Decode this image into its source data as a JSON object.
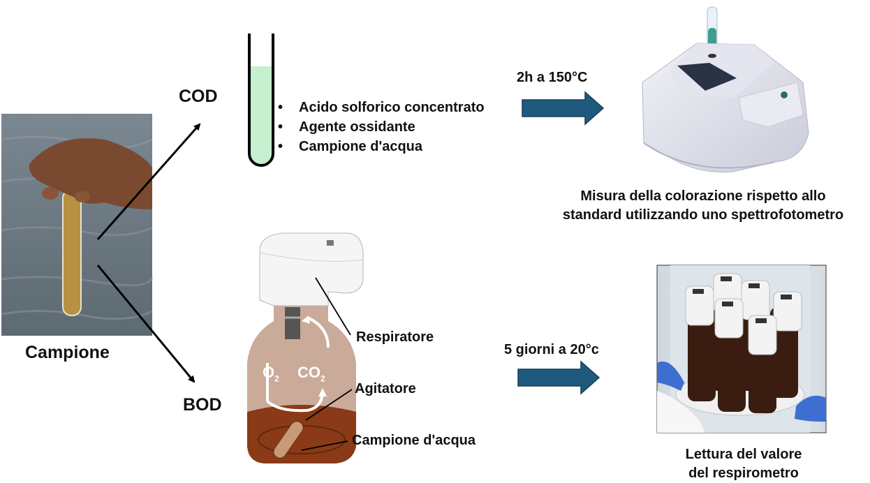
{
  "sample": {
    "label": "Campione"
  },
  "cod": {
    "label": "COD",
    "reagents": [
      "Acido solforico concentrato",
      "Agente ossidante",
      "Campione d'acqua"
    ],
    "condition": "2h a 150°C",
    "result_lines": [
      "Misura della colorazione rispetto allo",
      "standard utilizzando uno spettrofotometro"
    ],
    "tube_color": "#c5efce"
  },
  "bod": {
    "label": "BOD",
    "condition": "5 giorni a 20°c",
    "parts": {
      "respirator": "Respiratore",
      "stirrer": "Agitatore",
      "water_sample": "Campione d'acqua"
    },
    "gas_o2": "O",
    "gas_co2": "CO",
    "gas_subscript": "2",
    "result_lines": [
      "Lettura del valore",
      "del respirometro"
    ],
    "bottle_color": "#c7a593",
    "liquid_color": "#8a3a16"
  },
  "arrow_color": "#1f5a7e"
}
